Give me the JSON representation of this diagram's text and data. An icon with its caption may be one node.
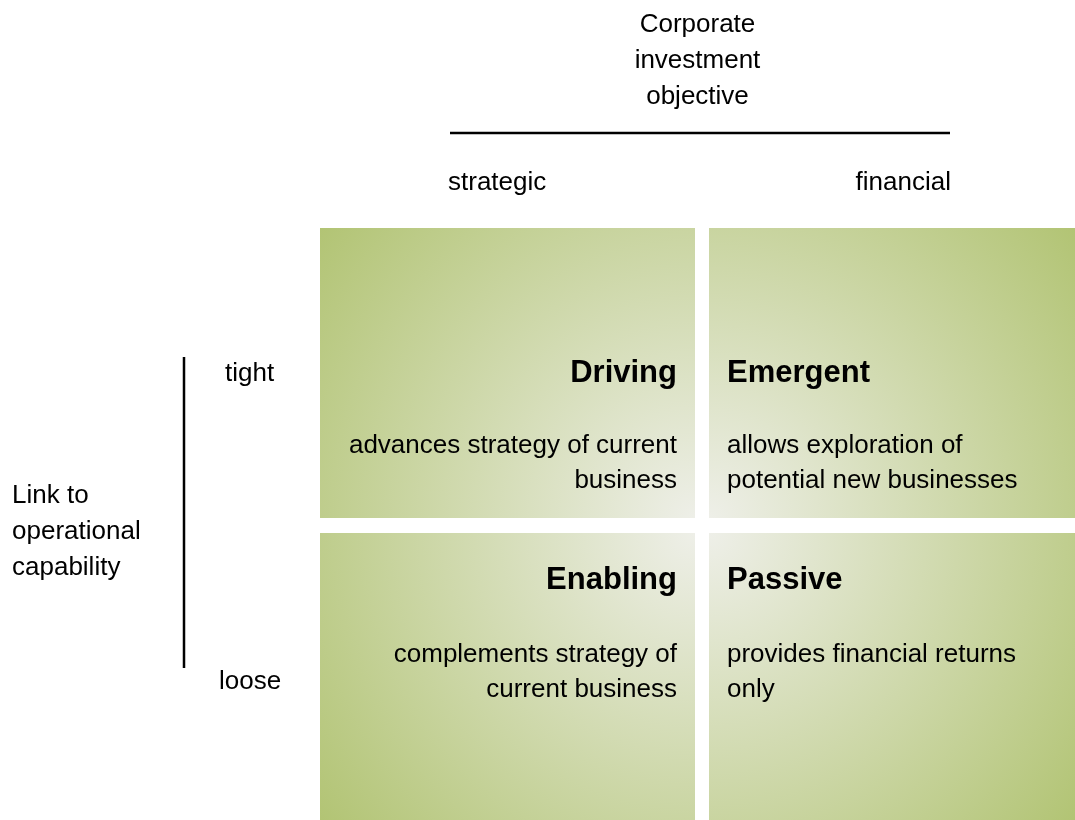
{
  "diagram": {
    "nodes": [
      {
        "text": [
          "Driving",
          "advances strategy of current business"
        ]
      },
      {
        "text": [
          "Emergent",
          "allows exploration of potential new businesses"
        ]
      },
      {
        "text": [
          "Enabling",
          "complements strategy of current business"
        ]
      },
      {
        "text": [
          "Passive",
          "provides financial returns only"
        ]
      }
    ],
    "labels": [
      "Corporate investment objective",
      "strategic",
      "financial",
      "tight",
      "Link to operational capability",
      "loose"
    ]
  }
}
